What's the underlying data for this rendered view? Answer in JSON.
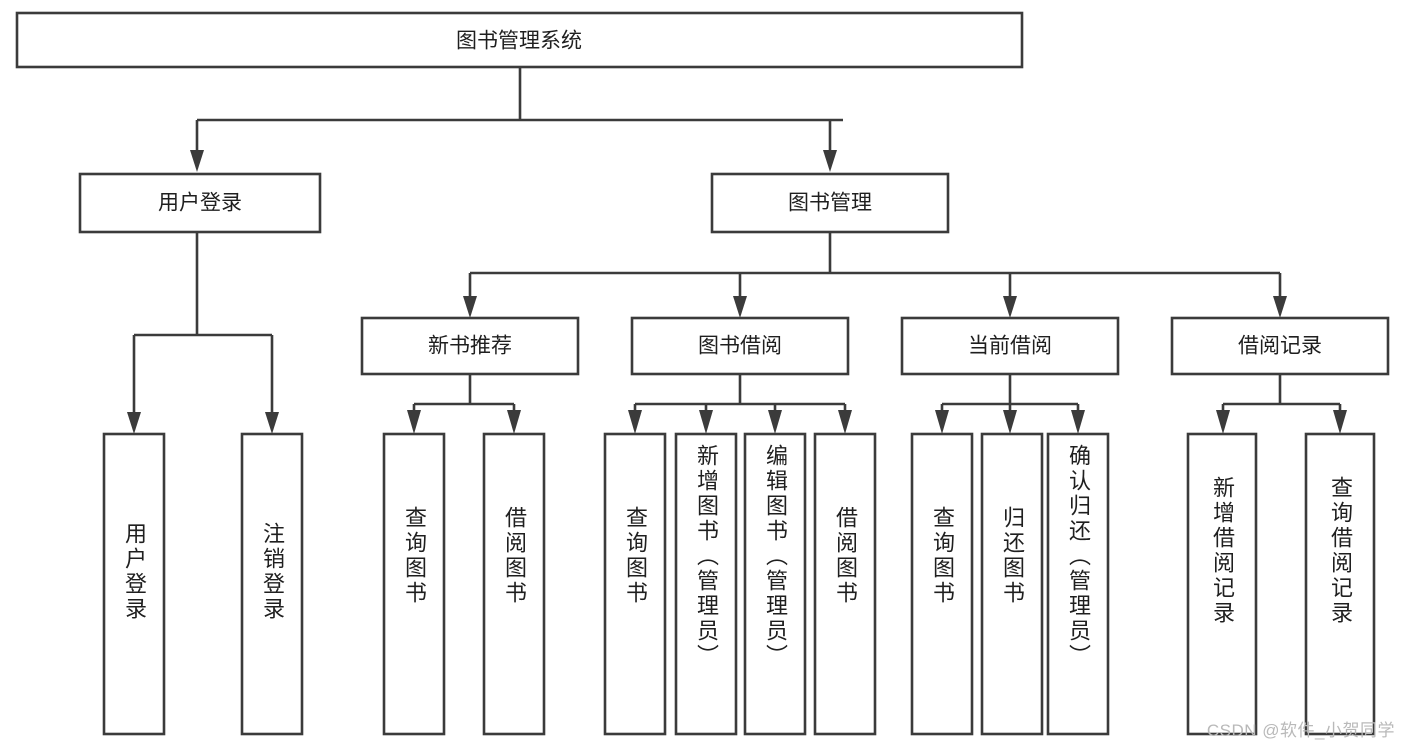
{
  "diagram": {
    "type": "tree-hierarchy-flowchart",
    "title": "图书管理系统",
    "orientation": "top-down",
    "colors": {
      "stroke": "#3b3b3b",
      "box_fill": "#ffffff",
      "text": "#1f1f1f",
      "background": "#ffffff",
      "watermark": "#b9b9b9"
    },
    "root": {
      "id": "root",
      "label": "图书管理系统",
      "orientation": "horizontal"
    },
    "level2": [
      {
        "id": "user-login",
        "label": "用户登录",
        "orientation": "horizontal"
      },
      {
        "id": "book-management",
        "label": "图书管理",
        "orientation": "horizontal"
      }
    ],
    "level3": [
      {
        "id": "new-book-recommend",
        "label": "新书推荐",
        "orientation": "horizontal",
        "parent": "book-management"
      },
      {
        "id": "book-borrow",
        "label": "图书借阅",
        "orientation": "horizontal",
        "parent": "book-management"
      },
      {
        "id": "current-borrow",
        "label": "当前借阅",
        "orientation": "horizontal",
        "parent": "book-management"
      },
      {
        "id": "borrow-record",
        "label": "借阅记录",
        "orientation": "horizontal",
        "parent": "book-management"
      }
    ],
    "leaves": [
      {
        "id": "leaf-user-login",
        "label": "用户登录",
        "orientation": "vertical",
        "parent": "user-login"
      },
      {
        "id": "leaf-logout-login",
        "label": "注销登录",
        "orientation": "vertical",
        "parent": "user-login"
      },
      {
        "id": "leaf-query-book-1",
        "label": "查询图书",
        "orientation": "vertical",
        "parent": "new-book-recommend"
      },
      {
        "id": "leaf-borrow-book-1",
        "label": "借阅图书",
        "orientation": "vertical",
        "parent": "new-book-recommend"
      },
      {
        "id": "leaf-query-book-2",
        "label": "查询图书",
        "orientation": "vertical",
        "parent": "book-borrow"
      },
      {
        "id": "leaf-add-book-admin",
        "label": "新增图书（管理员）",
        "orientation": "vertical",
        "parent": "book-borrow"
      },
      {
        "id": "leaf-edit-book-admin",
        "label": "编辑图书（管理员）",
        "orientation": "vertical",
        "parent": "book-borrow"
      },
      {
        "id": "leaf-borrow-book-2",
        "label": "借阅图书",
        "orientation": "vertical",
        "parent": "book-borrow"
      },
      {
        "id": "leaf-query-book-3",
        "label": "查询图书",
        "orientation": "vertical",
        "parent": "current-borrow"
      },
      {
        "id": "leaf-return-book",
        "label": "归还图书",
        "orientation": "vertical",
        "parent": "current-borrow"
      },
      {
        "id": "leaf-confirm-return-admin",
        "label": "确认归还（管理员）",
        "orientation": "vertical",
        "parent": "current-borrow"
      },
      {
        "id": "leaf-add-borrow-record",
        "label": "新增借阅记录",
        "orientation": "vertical",
        "parent": "borrow-record"
      },
      {
        "id": "leaf-query-borrow-record",
        "label": "查询借阅记录",
        "orientation": "vertical",
        "parent": "borrow-record"
      }
    ]
  },
  "watermark": {
    "text": "CSDN @软件_小贺同学"
  }
}
